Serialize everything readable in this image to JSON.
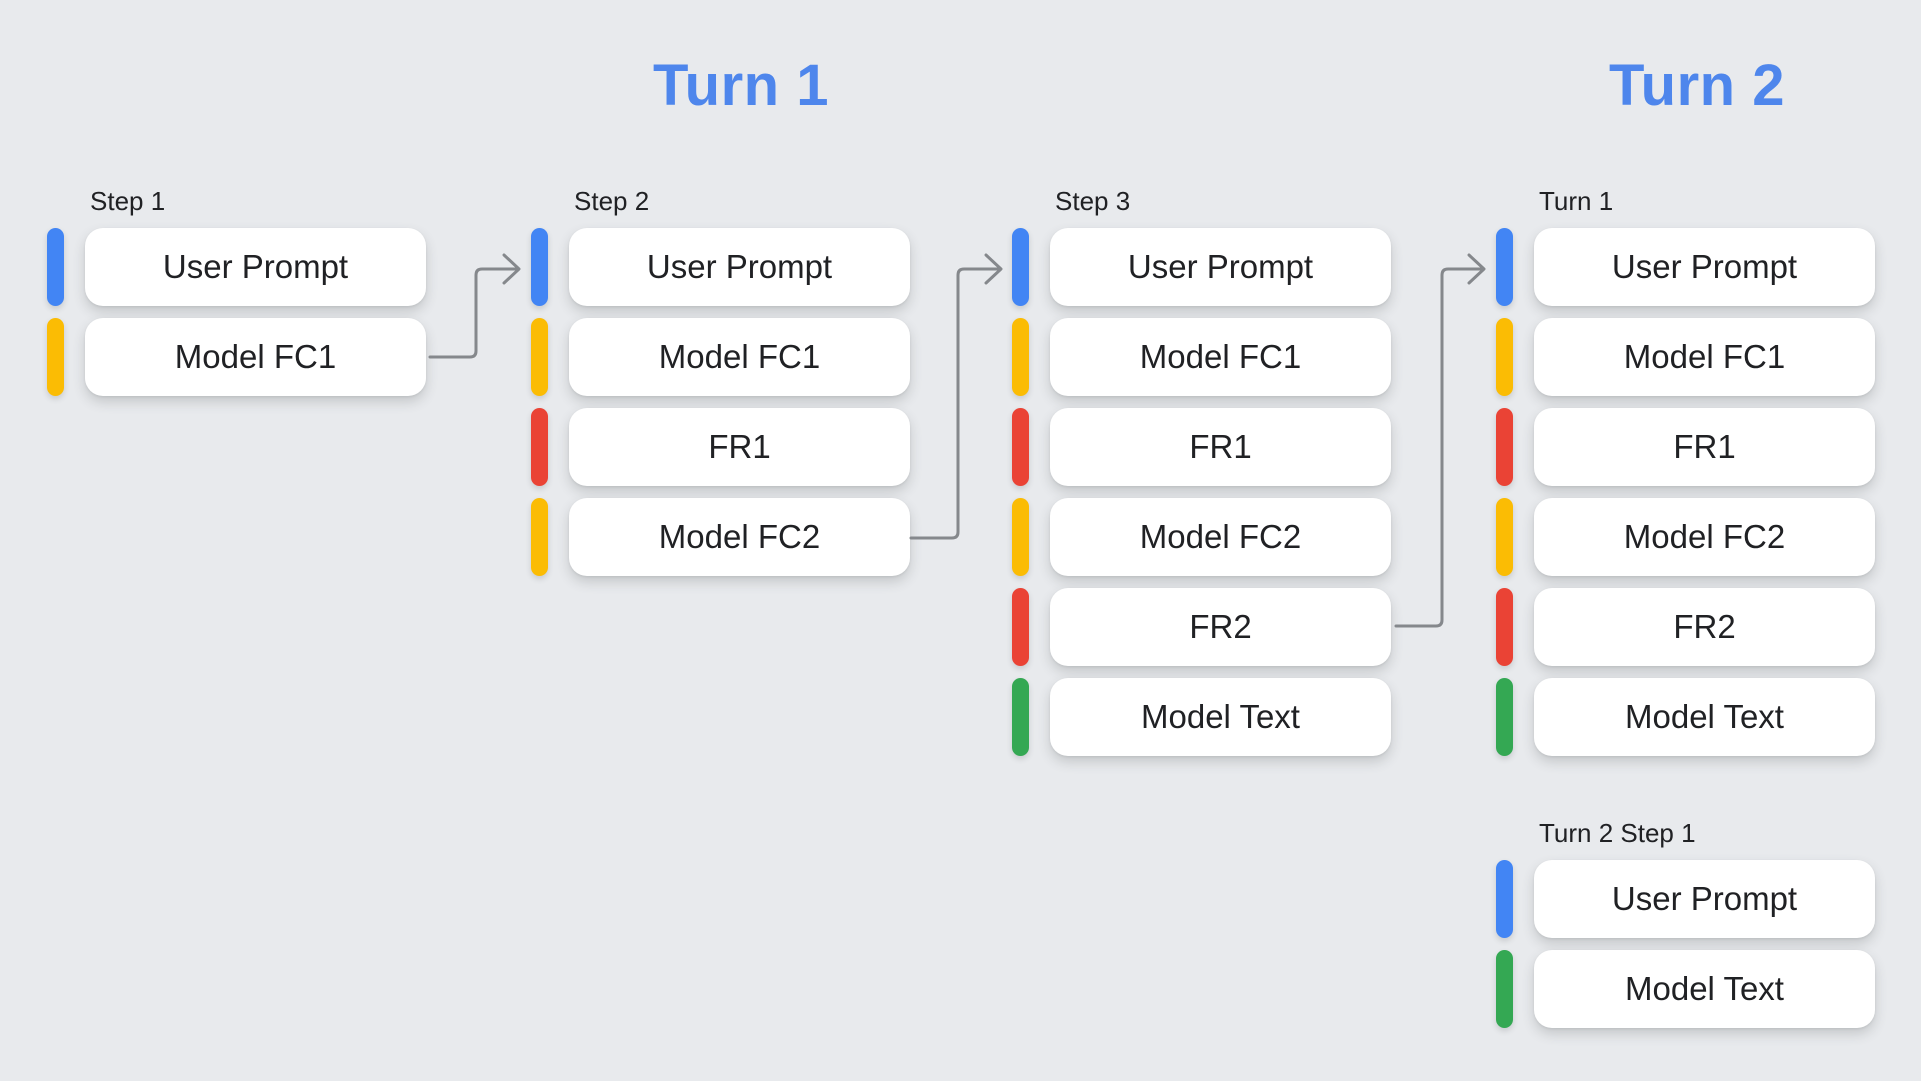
{
  "titles": [
    {
      "id": "turn1",
      "text": "Turn 1"
    },
    {
      "id": "turn2",
      "text": "Turn 2"
    }
  ],
  "colors": {
    "background": "#e8eaed",
    "card_background": "#ffffff",
    "title_blue": "#4e86ec",
    "text_dark": "#202124",
    "arrow_gray": "#85888c",
    "user_prompt": "#4285f4",
    "model_fc": "#fbbc04",
    "function_response": "#ea4335",
    "model_text": "#34a853"
  },
  "groups": [
    {
      "id": "step1",
      "label": "Step 1",
      "cards": [
        {
          "label": "User Prompt",
          "type": "user_prompt"
        },
        {
          "label": "Model FC1",
          "type": "model_fc"
        }
      ]
    },
    {
      "id": "step2",
      "label": "Step 2",
      "cards": [
        {
          "label": "User Prompt",
          "type": "user_prompt"
        },
        {
          "label": "Model FC1",
          "type": "model_fc"
        },
        {
          "label": "FR1",
          "type": "function_response"
        },
        {
          "label": "Model FC2",
          "type": "model_fc"
        }
      ]
    },
    {
      "id": "step3",
      "label": "Step 3",
      "cards": [
        {
          "label": "User Prompt",
          "type": "user_prompt"
        },
        {
          "label": "Model FC1",
          "type": "model_fc"
        },
        {
          "label": "FR1",
          "type": "function_response"
        },
        {
          "label": "Model FC2",
          "type": "model_fc"
        },
        {
          "label": "FR2",
          "type": "function_response"
        },
        {
          "label": "Model Text",
          "type": "model_text"
        }
      ]
    },
    {
      "id": "turn1",
      "label": "Turn 1",
      "cards": [
        {
          "label": "User Prompt",
          "type": "user_prompt"
        },
        {
          "label": "Model FC1",
          "type": "model_fc"
        },
        {
          "label": "FR1",
          "type": "function_response"
        },
        {
          "label": "Model FC2",
          "type": "model_fc"
        },
        {
          "label": "FR2",
          "type": "function_response"
        },
        {
          "label": "Model Text",
          "type": "model_text"
        }
      ]
    },
    {
      "id": "turn2-step1",
      "label": "Turn 2 Step 1",
      "cards": [
        {
          "label": "User Prompt",
          "type": "user_prompt"
        },
        {
          "label": "Model Text",
          "type": "model_text"
        }
      ]
    }
  ],
  "arrows": [
    {
      "from_group": "step1",
      "from_card": "Model FC1",
      "to_group": "step2",
      "to_card": "User Prompt"
    },
    {
      "from_group": "step2",
      "from_card": "Model FC2",
      "to_group": "step3",
      "to_card": "User Prompt"
    },
    {
      "from_group": "step3",
      "from_card": "FR2",
      "to_group": "turn1",
      "to_card": "User Prompt"
    }
  ]
}
